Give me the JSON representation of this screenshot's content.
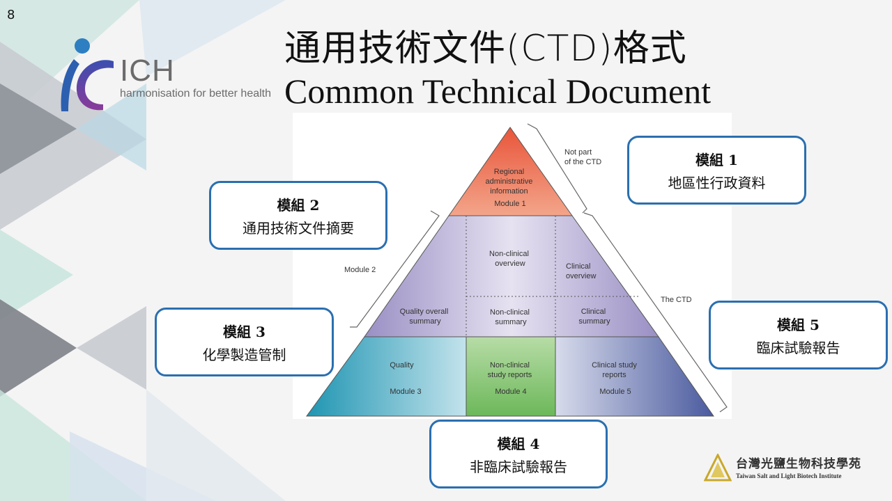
{
  "slide_number": "8",
  "title": {
    "zh": "通用技術文件(CTD)格式",
    "en": "Common Technical Document"
  },
  "logo": {
    "name": "ICH",
    "tagline": "harmonisation for better health"
  },
  "pyramid": {
    "top": [
      "Regional",
      "administrative",
      "information",
      "Module 1"
    ],
    "not_part": [
      "Not part",
      "of the CTD"
    ],
    "module2_label": "Module 2",
    "the_ctd_label": "The CTD",
    "nonclinical_overview": [
      "Non-clinical",
      "overview"
    ],
    "clinical_overview": [
      "Clinical",
      "overview"
    ],
    "quality_overall": [
      "Quality overall",
      "summary"
    ],
    "nonclinical_summary": [
      "Non-clinical",
      "summary"
    ],
    "clinical_summary": [
      "Clinical",
      "summary"
    ],
    "quality": [
      "Quality",
      "Module 3"
    ],
    "nonclinical_reports": [
      "Non-clinical",
      "study reports",
      "Module 4"
    ],
    "clinical_reports": [
      "Clinical study",
      "reports",
      "Module 5"
    ]
  },
  "boxes": {
    "m1": {
      "title": "模組 1",
      "desc": "地區性行政資料"
    },
    "m2": {
      "title": "模組 2",
      "desc": "通用技術文件摘要"
    },
    "m3": {
      "title": "模組 3",
      "desc": "化學製造管制"
    },
    "m4": {
      "title": "模組 4",
      "desc": "非臨床試驗報告"
    },
    "m5": {
      "title": "模組 5",
      "desc": "臨床試驗報告"
    }
  },
  "institute": {
    "zh": "台灣光鹽生物科技學苑",
    "en": "Taiwan Salt and Light Biotech Institute"
  },
  "colors": {
    "box_border": "#2a6fb0",
    "module1": "#e8553a",
    "summary_purple": "#9a8fc4",
    "quality_teal": "#2a9fb8",
    "nonclinical_green": "#7cbf6a",
    "clinical_blue": "#5a6aa8"
  }
}
